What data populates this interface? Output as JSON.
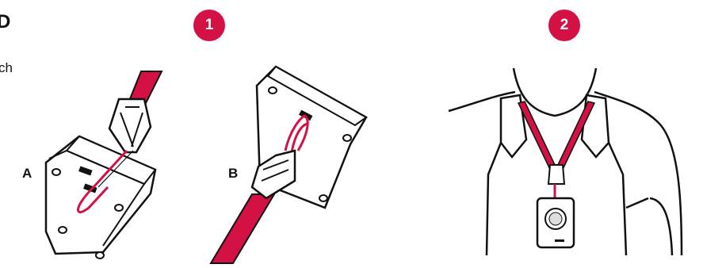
{
  "colors": {
    "accent": "#d31145",
    "line": "#111111",
    "fill": "#ffffff"
  },
  "intro": {
    "title_fragment": "D",
    "text_fragment": "ch"
  },
  "steps": [
    {
      "number": "1"
    },
    {
      "number": "2"
    }
  ],
  "labels": {
    "a": "A",
    "b": "B"
  },
  "icons": [
    "device-front-icon",
    "device-back-icon",
    "lanyard-clip-icon",
    "person-wearing-lanyard-icon"
  ]
}
